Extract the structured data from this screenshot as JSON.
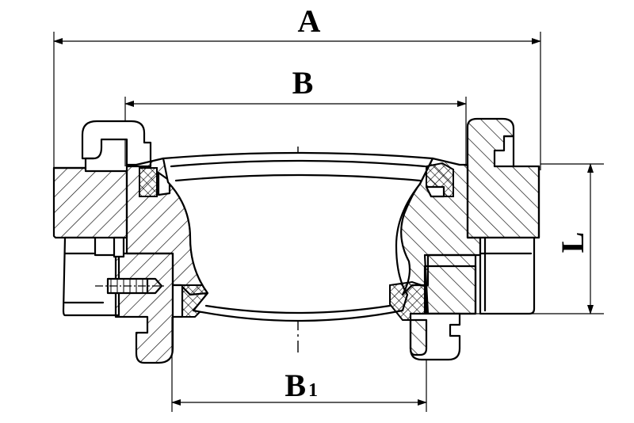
{
  "dimensions": {
    "a_label": "A",
    "b_label": "B",
    "b1_label": "B",
    "b1_subscript": "1",
    "l_label": "L"
  },
  "colors": {
    "line": "#000000",
    "background": "#ffffff"
  }
}
